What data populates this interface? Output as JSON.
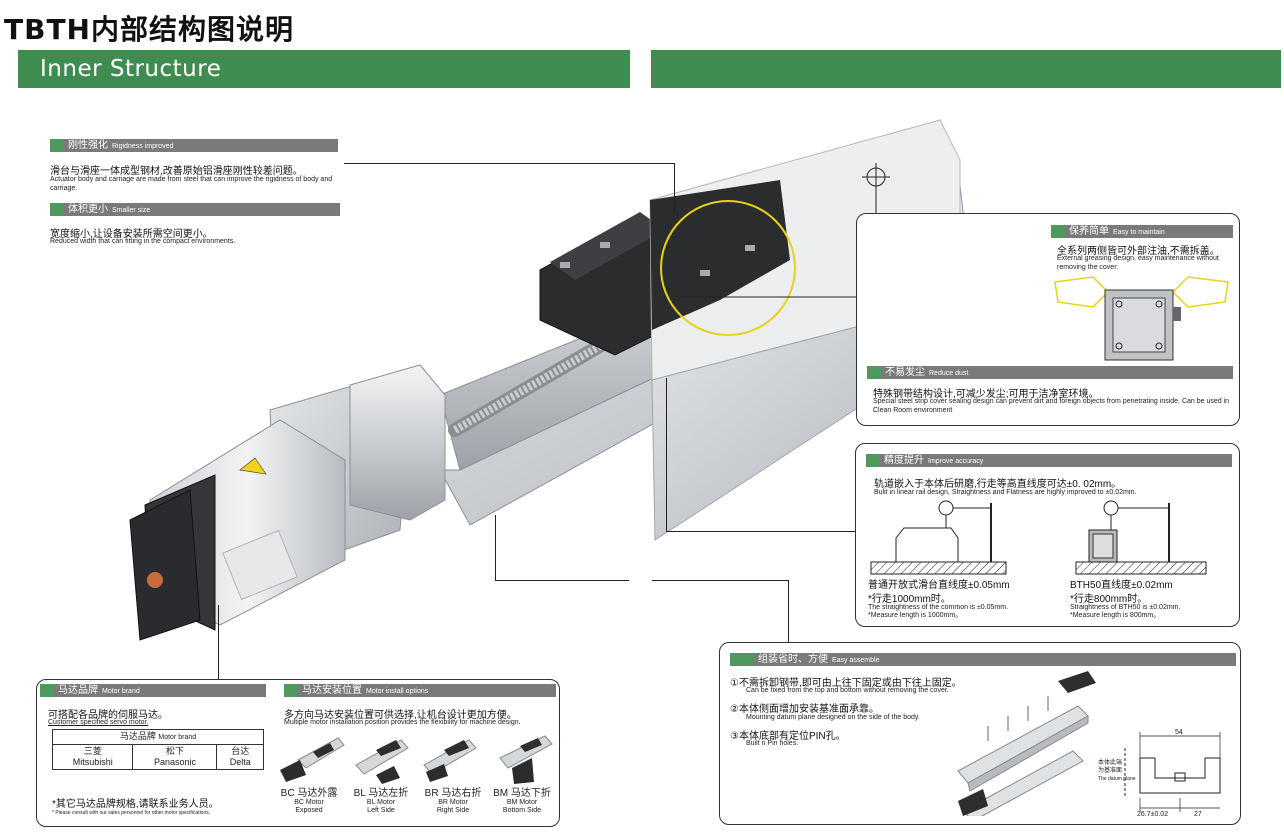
{
  "page": {
    "title": "TBTH内部结构图说明",
    "header_left": "Inner Structure"
  },
  "rigidity": {
    "cn_title": "刚性强化",
    "en_title": "Rigidness improved",
    "cn": "滑台与滑座一体成型钢材,改善原始铝滑座刚性较差问题。",
    "en": "Actuator body and carriage are made from steel that can improve the rigidness of body and carriage."
  },
  "size": {
    "cn_title": "体积更小",
    "en_title": "Smaller size",
    "cn": "宽度缩小,让设备安装所需空间更小。",
    "en": "Reduced width that can fitting in the compact environments."
  },
  "maintain": {
    "cn_title": "保养简单",
    "en_title": "Easy to maintain",
    "cn": "全系列两侧皆可外部注油,不需拆盖。",
    "en": "External greasing design, easy maintenance without removing the cover."
  },
  "dust": {
    "cn_title": "不易发尘",
    "en_title": "Reduce dust",
    "cn": "特殊钢带结构设计,可减少发尘;可用于洁净室环境。",
    "en": "Special steel strip cover sealing design can prevent dirt and foreign objects from penetrating inside. Can be used in Clean Room environment"
  },
  "accuracy": {
    "cn_title": "精度提升",
    "en_title": "Improve accuracy",
    "cn": "轨道嵌入于本体后研磨,行走等高直线度可达±0. 02mm。",
    "en": "Bulit in linear rail design, Straightness and Flatness are highly improved to ±0.02mm.",
    "left_cn": "普通开放式滑台直线度±0.05mm",
    "left_cn2": "*行走1000mm时。",
    "left_en": "The straightness of the common is ±0.05mm.",
    "left_en2": "*Measure length is 1000mm。",
    "right_cn": "BTH50直线度±0.02mm",
    "right_cn2": "*行走800mm时。",
    "right_en": "Straightness of BTH50 is ±0.02mm.",
    "right_en2": "*Measure length is 800mm。"
  },
  "assemble": {
    "cn_title": "组装省时、方便",
    "en_title": "Easy assemble",
    "items": [
      {
        "cn": "①不需拆卸钢带,即可由上往下固定或由下往上固定。",
        "en": "Can be fixed from the top and bottom without removing the cover."
      },
      {
        "cn": "②本体侧面增加安装基准面承靠。",
        "en": "Mounting datum plane designed on the side of the body."
      },
      {
        "cn": "③本体底部有定位PIN孔。",
        "en": "Built n Pin holes."
      }
    ],
    "dim_top": "54",
    "dim_left": "26.7±0.02",
    "dim_right": "27",
    "datum_cn": "本体此端",
    "datum_cn2": "为基准面",
    "datum_en": "The datum plane"
  },
  "motor_brand": {
    "cn_title": "马达品牌",
    "en_title": "Motor brand",
    "cn": "可搭配各品牌的伺服马达。",
    "en": "Customer specified servo motor.",
    "table_header_cn": "马达品牌",
    "table_header_en": "Motor brand",
    "brands": [
      {
        "cn": "三菱",
        "en": "Mitsubishi"
      },
      {
        "cn": "松下",
        "en": "Panasonic"
      },
      {
        "cn": "台达",
        "en": "Delta"
      }
    ],
    "note_cn": "*其它马达品牌规格,请联系业务人员。",
    "note_en": "* Please consult with our sales personnel for other motor specifications."
  },
  "motor_install": {
    "cn_title": "马达安装位置",
    "en_title": "Motor install options",
    "cn": "多方向马达安装位置可供选择,让机台设计更加方便。",
    "en": "Multiple motor installation position provides the flexibility for machine design.",
    "options": [
      {
        "cn": "BC 马达外露",
        "en1": "BC Motor",
        "en2": "Exposed"
      },
      {
        "cn": "BL 马达左折",
        "en1": "BL Motor",
        "en2": "Left Side"
      },
      {
        "cn": "BR 马达右折",
        "en1": "BR Motor",
        "en2": "Right Side"
      },
      {
        "cn": "BM 马达下折",
        "en1": "BM Motor",
        "en2": "Bottom Side"
      }
    ]
  },
  "colors": {
    "header_green": "#3f8c51",
    "bar_grey": "#7a7a7a",
    "accent_yellow": "#e8d21a"
  }
}
